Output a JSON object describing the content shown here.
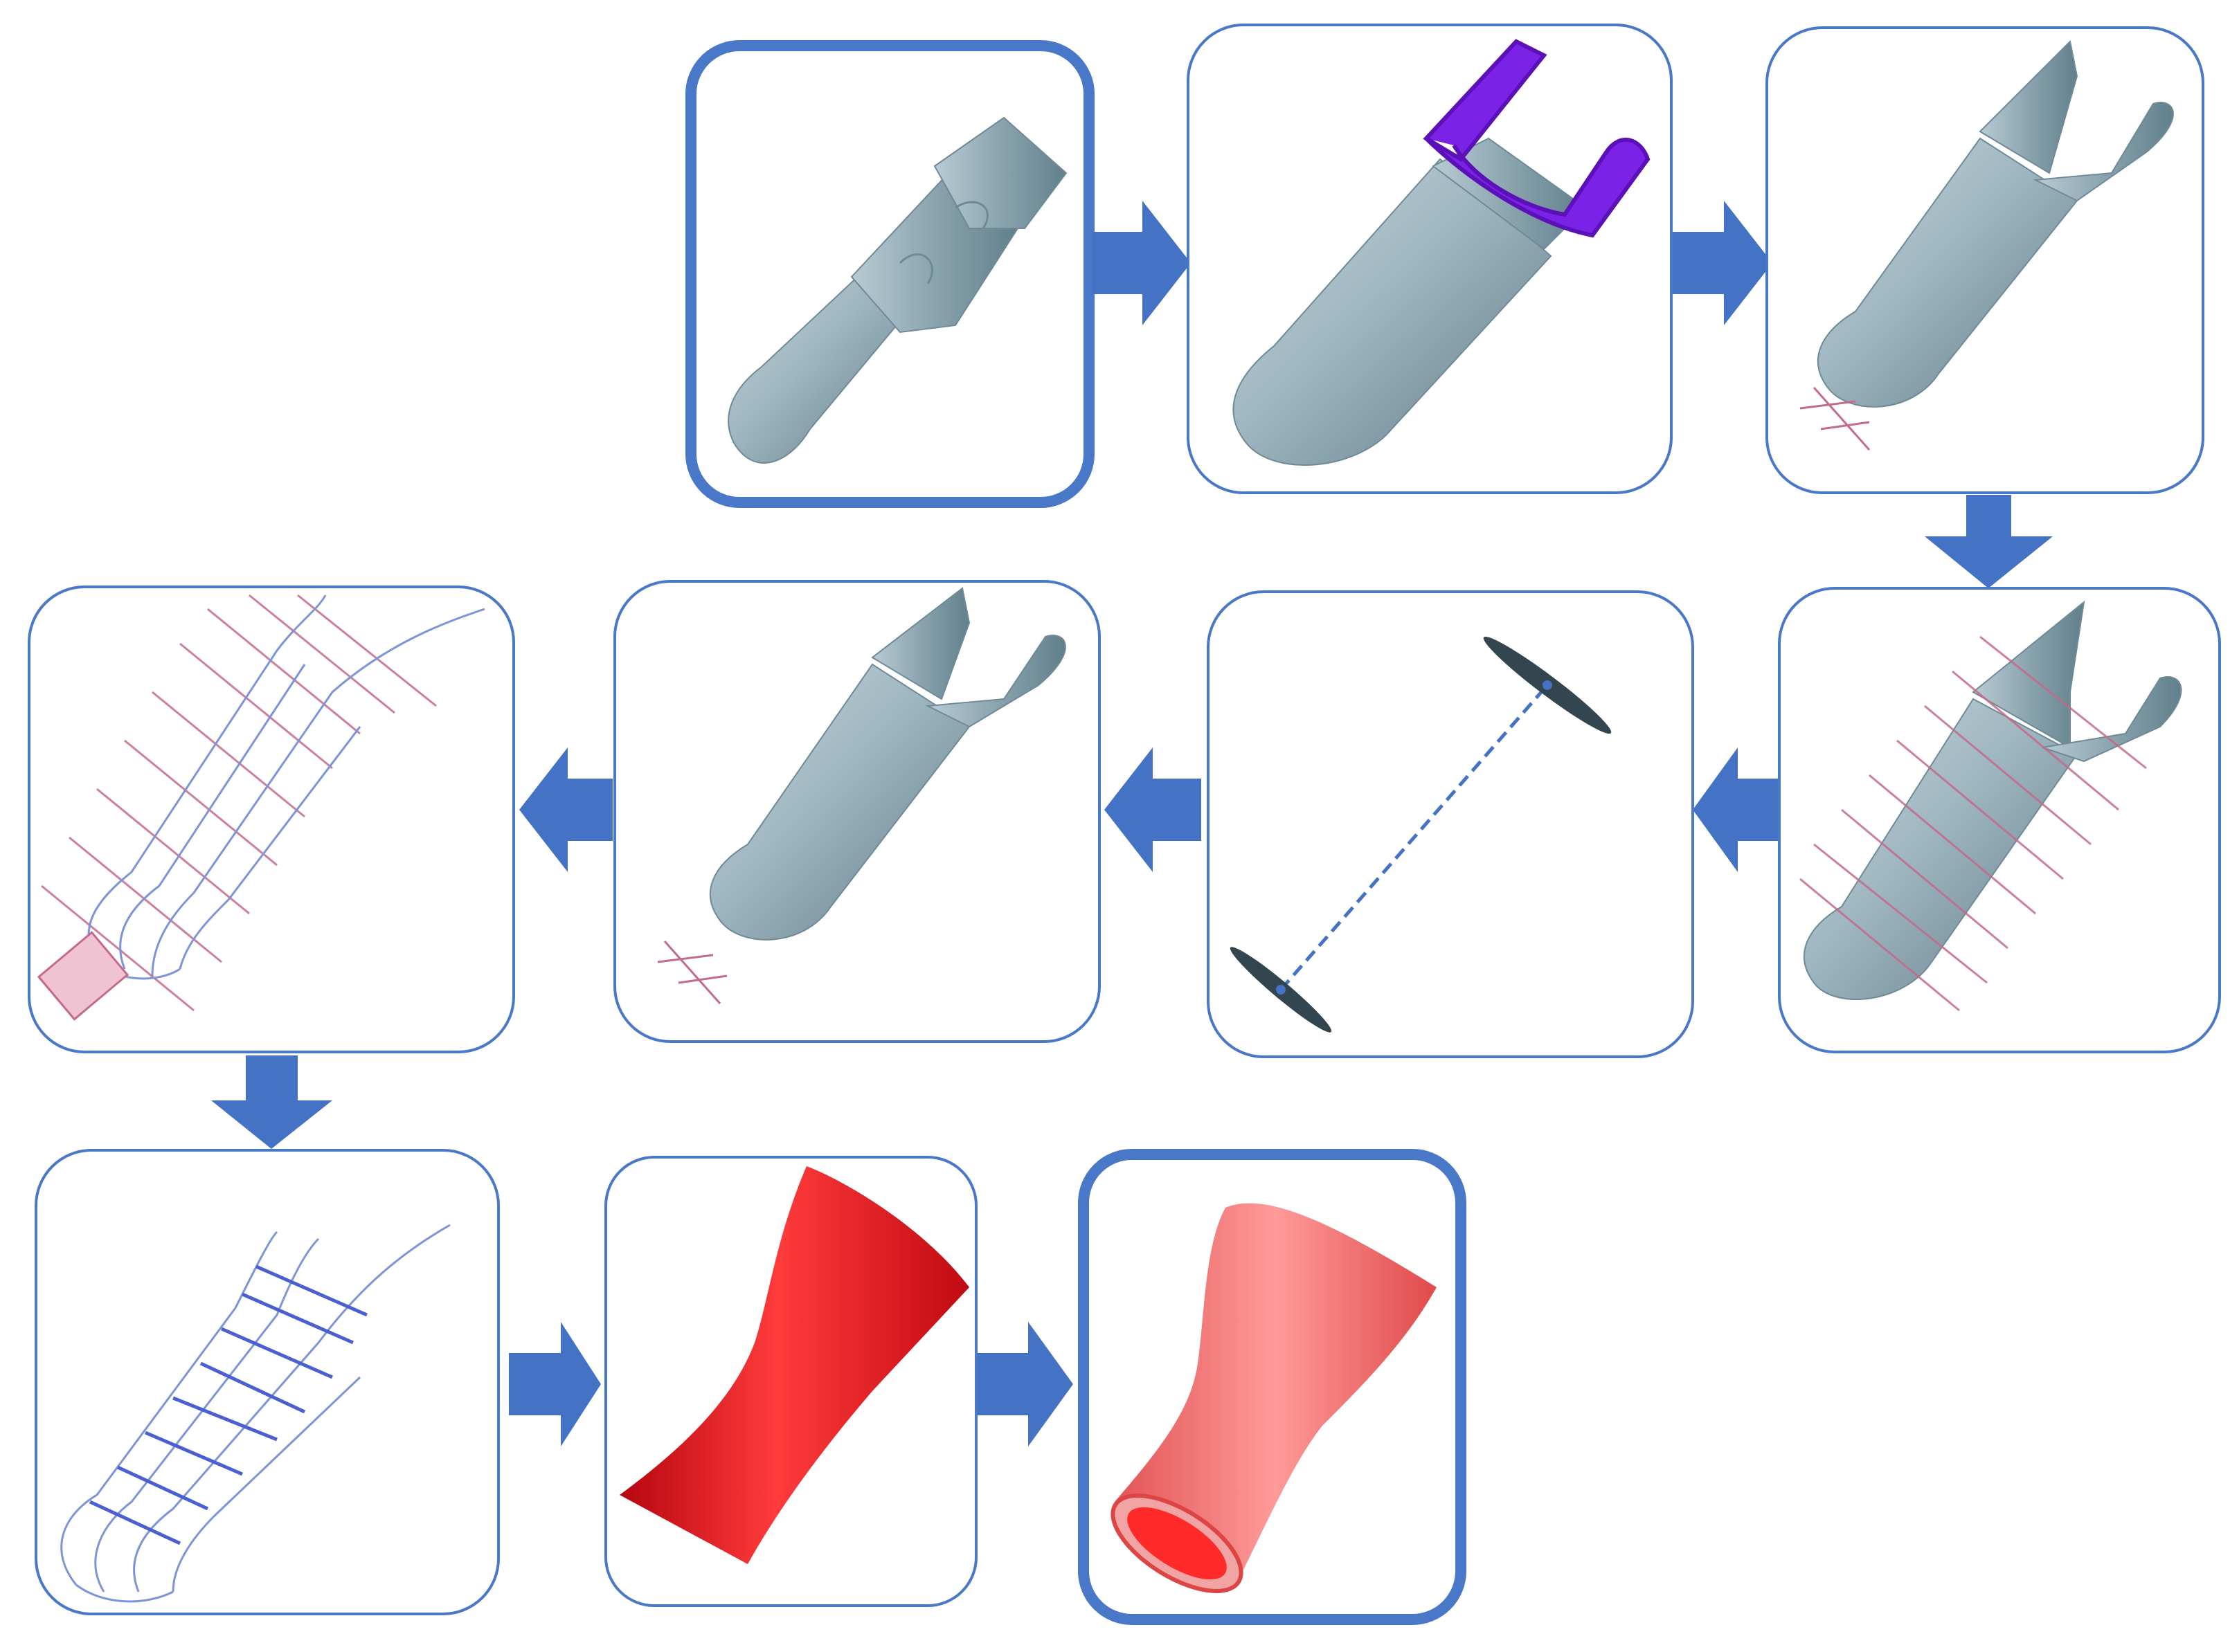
{
  "colors": {
    "panel_border": "#4a78c8",
    "arrow": "#4472c4",
    "residual_limb": "#9fb7c1",
    "trim_tool": "#7a22e6",
    "cross_section": "#c46a8a",
    "wireframe": "#7d95d8",
    "socket_solid": "#e8121b",
    "socket_final": "#ef6b6b"
  },
  "steps": [
    {
      "id": "scan",
      "icon": "raw-limb-scan-icon",
      "emphasis": "start"
    },
    {
      "id": "trim",
      "icon": "trim-boundary-icon"
    },
    {
      "id": "trimmed",
      "icon": "trimmed-limb-icon"
    },
    {
      "id": "sections",
      "icon": "cross-section-planes-icon"
    },
    {
      "id": "axis",
      "icon": "limb-axis-icon"
    },
    {
      "id": "aligned",
      "icon": "aligned-limb-icon"
    },
    {
      "id": "section-curves",
      "icon": "section-curves-icon"
    },
    {
      "id": "wireframe",
      "icon": "wireframe-mesh-icon"
    },
    {
      "id": "surface",
      "icon": "socket-surface-icon"
    },
    {
      "id": "socket",
      "icon": "final-socket-icon",
      "emphasis": "end"
    }
  ],
  "flow": [
    "right",
    "right",
    "down",
    "left",
    "left",
    "left",
    "down",
    "right",
    "right"
  ]
}
